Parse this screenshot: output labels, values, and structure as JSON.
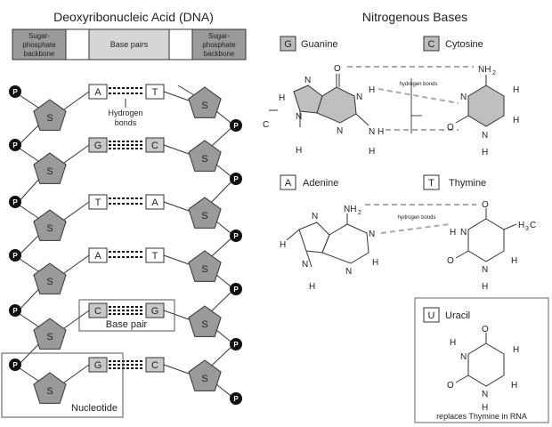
{
  "dna": {
    "title": "Deoxyribonucleic Acid (DNA)",
    "legend": {
      "backbone_left_line1": "Sugar-",
      "backbone_left_line2": "phosphate",
      "backbone_left_line3": "backbone",
      "base_pairs": "Base pairs",
      "backbone_right_line1": "Sugar-",
      "backbone_right_line2": "phosphate",
      "backbone_right_line3": "backbone"
    },
    "phosphate_symbol": "P",
    "sugar_symbol": "S",
    "pairs": [
      {
        "left": "A",
        "right": "T"
      },
      {
        "left": "G",
        "right": "C"
      },
      {
        "left": "T",
        "right": "A"
      },
      {
        "left": "A",
        "right": "T"
      },
      {
        "left": "C",
        "right": "G"
      },
      {
        "left": "G",
        "right": "C"
      }
    ],
    "hydrogen_bonds_line1": "Hydrogen",
    "hydrogen_bonds_line2": "bonds",
    "base_pair_label": "Base pair",
    "nucleotide_label": "Nucleotide"
  },
  "bases": {
    "title": "Nitrogenous Bases",
    "guanine": {
      "letter": "G",
      "name": "Guanine"
    },
    "cytosine": {
      "letter": "C",
      "name": "Cytosine"
    },
    "adenine": {
      "letter": "A",
      "name": "Adenine"
    },
    "thymine": {
      "letter": "T",
      "name": "Thymine"
    },
    "uracil": {
      "letter": "U",
      "name": "Uracil",
      "note": "replaces Thymine in RNA"
    },
    "hydrogen_bonds": "hydrogen bonds",
    "atoms": {
      "O": "O",
      "N": "N",
      "H": "H",
      "C": "C",
      "NH2": "NH",
      "sub2": "2",
      "H3C": "H",
      "sub3": "3",
      "CH3_C": "C"
    }
  },
  "colors": {
    "fill": "#b4b4b4",
    "ring_fill": "#bfbfbf",
    "stroke": "#333333",
    "phosphate": "#111111"
  }
}
